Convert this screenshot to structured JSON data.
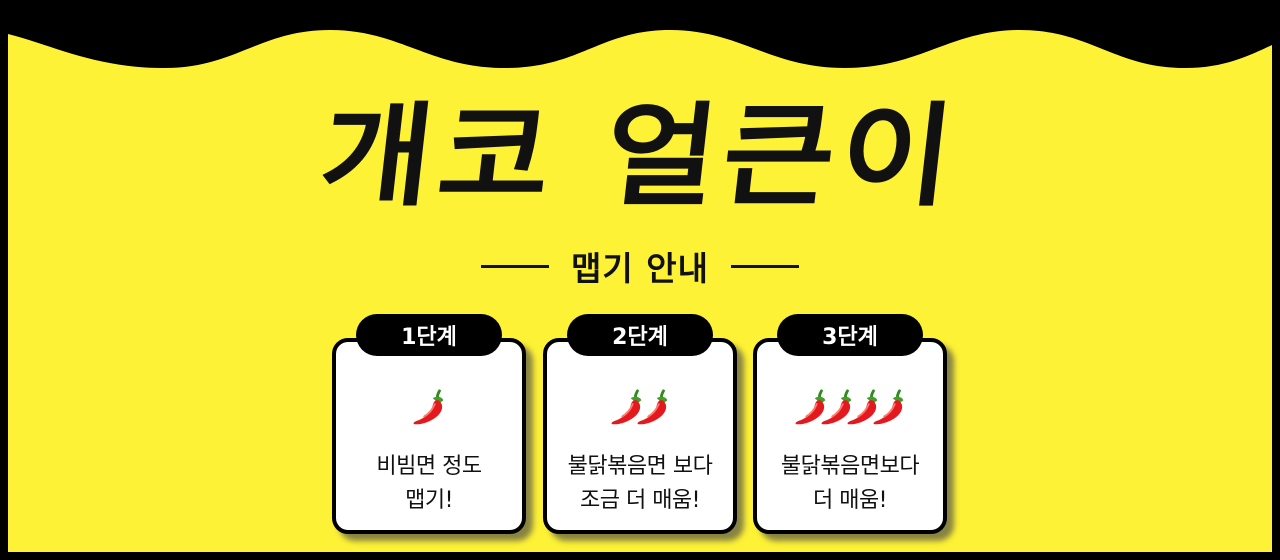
{
  "title": "개코 얼큰이",
  "subtitle": "맵기 안내",
  "colors": {
    "background": "#fef236",
    "ink": "#111111",
    "frame": "#000000"
  },
  "levels": [
    {
      "label": "1단계",
      "peppers": 1,
      "lines": [
        "비빔면 정도",
        "맵기!"
      ]
    },
    {
      "label": "2단계",
      "peppers": 2,
      "lines": [
        "불닭볶음면 보다",
        "조금 더 매움!"
      ]
    },
    {
      "label": "3단계",
      "peppers": 4,
      "lines": [
        "불닭볶음면보다",
        "더 매움!"
      ]
    }
  ],
  "pepper_icon": "chili-pepper-icon"
}
